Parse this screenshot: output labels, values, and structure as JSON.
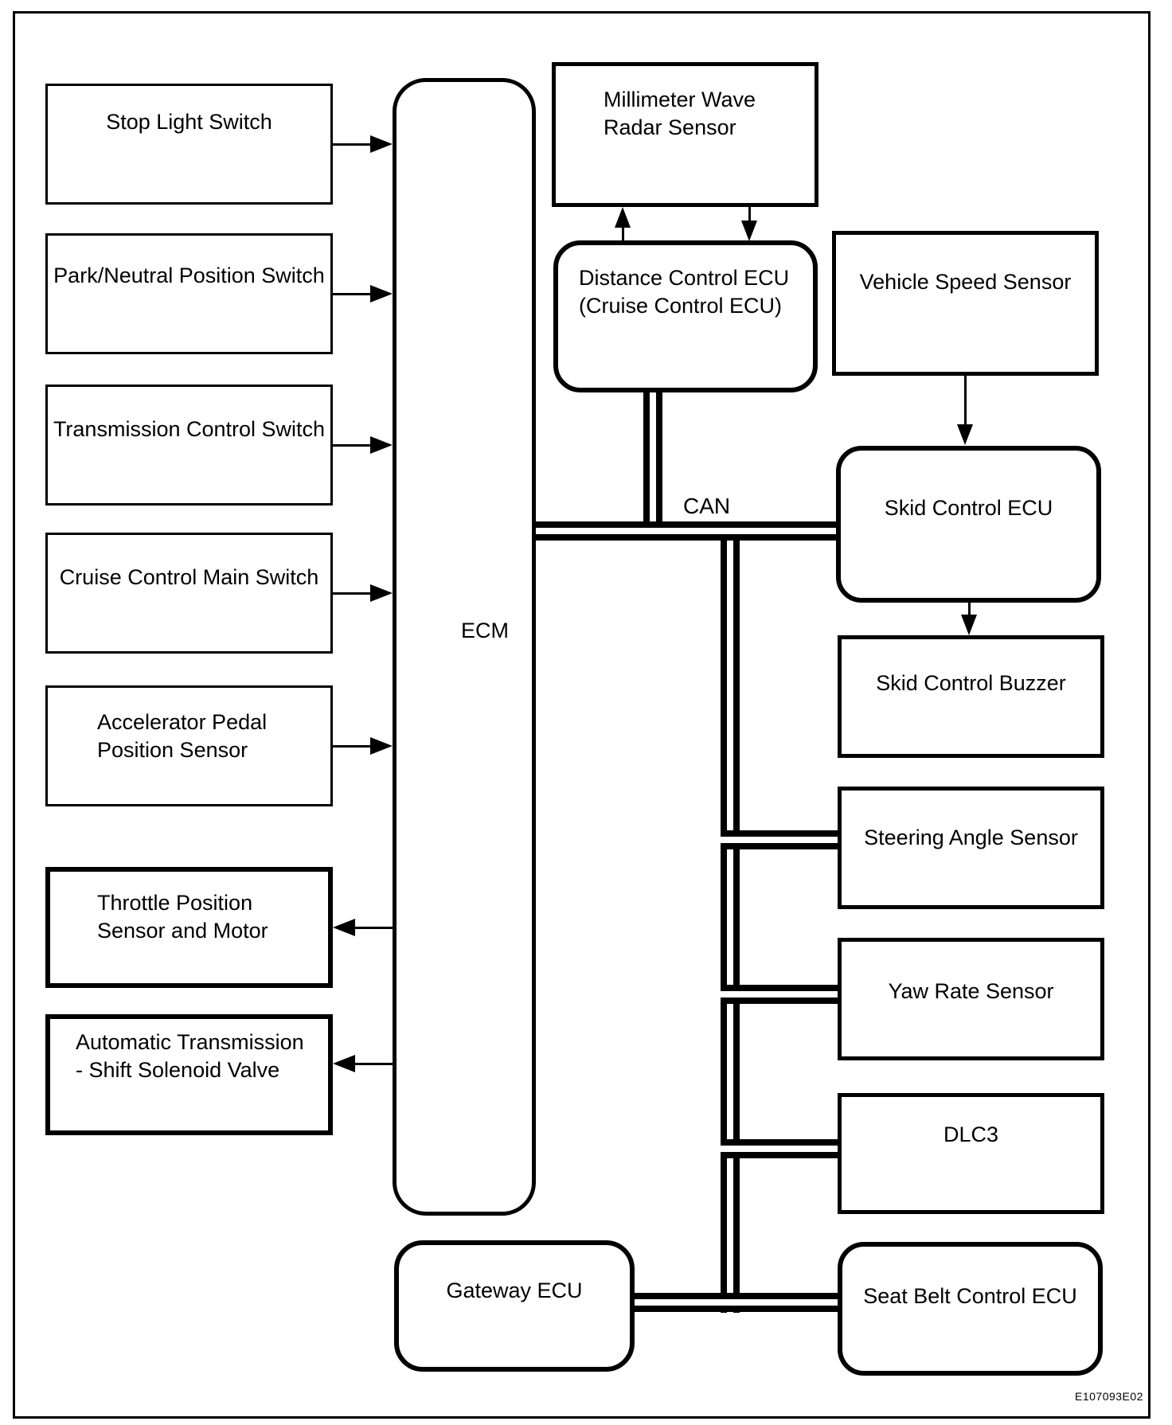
{
  "colors": {
    "line": "#000000",
    "background": "#ffffff"
  },
  "figure_code": "E107093E02",
  "can_bus": {
    "label": "CAN"
  },
  "nodes": {
    "ecm": {
      "label": "ECM"
    },
    "stop_light_switch": {
      "label": "Stop Light Switch"
    },
    "park_neutral_position_switch": {
      "label": "Park/Neutral Position Switch"
    },
    "transmission_control_switch": {
      "label": "Transmission Control Switch"
    },
    "cruise_control_main_switch": {
      "label": "Cruise Control Main Switch"
    },
    "accelerator_pedal_position_sensor": {
      "line1": "Accelerator Pedal",
      "line2": "Position Sensor"
    },
    "throttle_position_sensor_and_motor": {
      "line1": "Throttle Position",
      "line2": "Sensor and Motor"
    },
    "automatic_transmission_shift_solenoid_valve": {
      "line1": "Automatic Transmission",
      "line2": "- Shift Solenoid Valve"
    },
    "millimeter_wave_radar_sensor": {
      "line1": "Millimeter Wave",
      "line2": "Radar Sensor"
    },
    "distance_control_ecu": {
      "line1": "Distance Control ECU",
      "line2": "(Cruise Control ECU)"
    },
    "vehicle_speed_sensor": {
      "label": "Vehicle Speed Sensor"
    },
    "skid_control_ecu": {
      "label": "Skid Control ECU"
    },
    "skid_control_buzzer": {
      "label": "Skid Control Buzzer"
    },
    "steering_angle_sensor": {
      "label": "Steering Angle Sensor"
    },
    "yaw_rate_sensor": {
      "label": "Yaw Rate Sensor"
    },
    "dlc3": {
      "label": "DLC3"
    },
    "seat_belt_control_ecu": {
      "label": "Seat Belt Control ECU"
    },
    "gateway_ecu": {
      "label": "Gateway ECU"
    }
  }
}
